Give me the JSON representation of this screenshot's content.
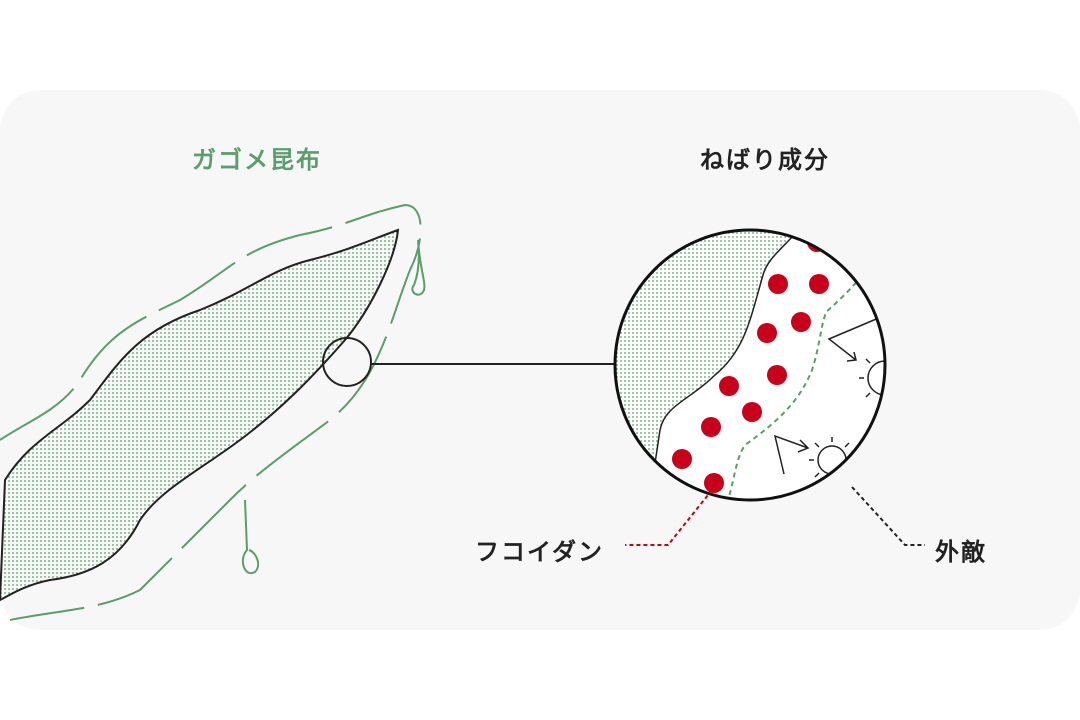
{
  "labels": {
    "kelp": "ガゴメ昆布",
    "sticky": "ねばり成分",
    "fucoidan": "フコイダン",
    "enemy": "外敵"
  },
  "colors": {
    "green": "#5a9e6b",
    "red": "#c8001a",
    "dark": "#222222",
    "panel": "#f7f7f7"
  }
}
